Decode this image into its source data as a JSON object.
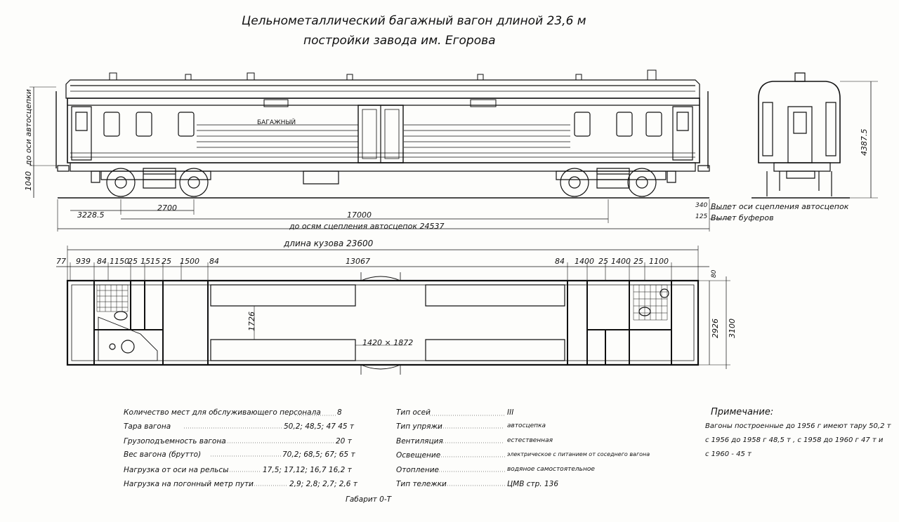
{
  "title": {
    "line1": "Цельнометаллический багажный вагон длиной 23,6 м",
    "line2": "постройки завода им. Егорова"
  },
  "side_view": {
    "car_label": "БАГАЖНЫЙ",
    "dim_axle_height": "1040",
    "dim_axis_label": "до оси автосцепки",
    "dim_left_overhang": "3228.5",
    "dim_bogie_base": "2700",
    "dim_bogie_centers": "17000",
    "dim_coupler_axes": "до осям сцепления автосцепок 24537",
    "note_coupler_overhang_value": "340",
    "note_coupler_overhang": "Вылет оси сцепления автосцепок",
    "note_buffer_overhang_value": "125",
    "note_buffer_overhang": "Вылет буферов"
  },
  "end_view": {
    "dim_height": "4387.5"
  },
  "plan_view": {
    "body_length": "длина кузова 23600",
    "dims_top": [
      "77",
      "939",
      "84",
      "1150",
      "25",
      "1515",
      "25",
      "1500",
      "84",
      "13067",
      "84",
      "1400",
      "25",
      "1400",
      "25",
      "1100"
    ],
    "dim_door": "1420 × 1872",
    "dim_inner_width": "1726",
    "dim_width_1": "2926",
    "dim_width_2": "3100",
    "dim_small": "80"
  },
  "specs_left": [
    {
      "label": "Количество мест для обслуживающего персонала",
      "value": "8"
    },
    {
      "label": "Тара вагона",
      "value": "50,2; 48,5; 47 45 т"
    },
    {
      "label": "Грузоподъемность вагона",
      "value": "20 т"
    },
    {
      "label": "Вес вагона (брутто)",
      "value": "70,2; 68,5; 67; 65 т"
    },
    {
      "label": "Нагрузка от оси на рельсы",
      "value": "17,5; 17,12; 16,7 16,2 т"
    },
    {
      "label": "Нагрузка на погонный метр пути",
      "value": "2,9; 2,8; 2,7; 2,6 т"
    }
  ],
  "gauge": "Габарит 0-Т",
  "specs_right": [
    {
      "label": "Тип осей",
      "value": "III"
    },
    {
      "label": "Тип упряжи",
      "value": "автосцепка"
    },
    {
      "label": "Вентиляция",
      "value": "естественная"
    },
    {
      "label": "Освещение",
      "value": "электрическое с питанием от соседнего вагона"
    },
    {
      "label": "Отопление",
      "value": "водяное самостоятельное"
    },
    {
      "label": "Тип тележки",
      "value": "ЦМВ стр. 136"
    }
  ],
  "note": {
    "heading": "Примечание:",
    "line1": "Вагоны построенные до 1956 г имеют тару 50,2 т",
    "line2": "с 1956 до 1958 г 48,5 т , с 1958 до 1960 г 47 т и",
    "line3": "с 1960 - 45 т"
  }
}
